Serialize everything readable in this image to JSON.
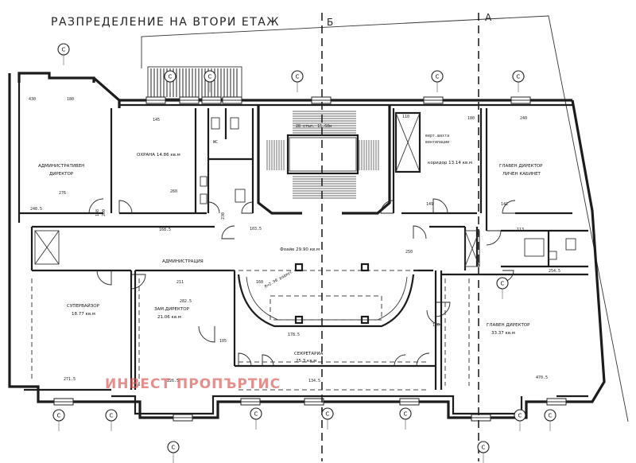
{
  "title": "РАЗПРЕДЕЛЕНИЕ НА ВТОРИ ЕТАЖ",
  "axes": {
    "b": "Б",
    "a": "А"
  },
  "watermark": "ИНВЕСТ ПРОПЪРТИС",
  "marker_text": "C",
  "rooms": {
    "admin_director_1": "АДМИНИСТРАТИВЕН",
    "admin_director_2": "ДИРЕКТОР",
    "guard": "ОХРАНА 14.86 кв.м",
    "stair": "28 стъп. 15.60м",
    "vent": "верт.шахта",
    "vent2": "вентилации",
    "corridor_small": "коридор 13.14 кв.м",
    "gen_dir_office_1": "ГЛАВЕН ДИРЕКТОР",
    "gen_dir_office_2": "ЛИЧЕН КАБИНЕТ",
    "foyer": "Фоайе   29.90 кв.м",
    "administration": "АДМИНИСТРАЦИЯ",
    "supervisor_1": "СУПЕРВАЙЗОР",
    "supervisor_2": "18.77 кв.м",
    "deputy_1": "ЗАМ.ДИРЕКТОР",
    "deputy_2": "21.06 кв.м",
    "secretary_1": "СЕКРЕТАРИА",
    "secretary_2": "25.3 кв.м",
    "gen_dir_1": "ГЛАВЕН ДИРЕКТОР",
    "gen_dir_2": "33.37 кв.м",
    "radius": "R=2.90 радиус",
    "wc": "WC"
  },
  "dimensions": {
    "d430": "430",
    "d180": "180",
    "d276": "276",
    "d248": "248.5",
    "d145": "145",
    "d260": "260",
    "d108": "108",
    "d200": "200",
    "d230": "230",
    "d110": "110",
    "d250": "250",
    "d103": "103.5",
    "d282": "282.5",
    "d271": "271.5",
    "d134": "134.5",
    "d470": "470.5",
    "d226": "226.5",
    "d254": "254.5",
    "d211": "211",
    "d178": "178.5",
    "d149": "149",
    "d142": "142",
    "d180b": "180",
    "d240": "240",
    "d105": "105",
    "d150": "150",
    "d168": "168.5",
    "d113": "113",
    "d160": "160"
  }
}
